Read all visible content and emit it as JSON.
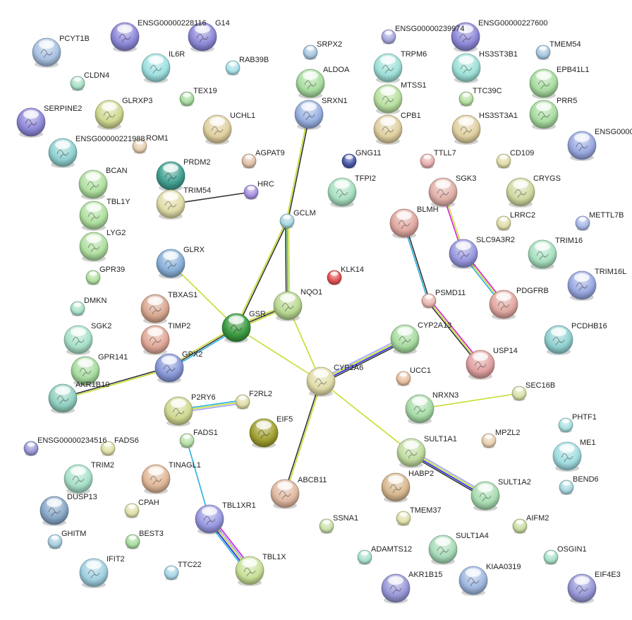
{
  "network": {
    "nodes": [
      {
        "label": "PCYT1B",
        "color": "#a8c0e0",
        "structure": true
      },
      {
        "label": "ENSG00000228116",
        "color": "#8d88d8",
        "structure": true
      },
      {
        "label": "G14",
        "color": "#8d88d8",
        "structure": true
      },
      {
        "label": "IL6R",
        "color": "#9ee0e0",
        "structure": true
      },
      {
        "label": "RAB39B",
        "color": "#a8e0e8",
        "structure": false
      },
      {
        "label": "CLDN4",
        "color": "#a8e0c8",
        "structure": false
      },
      {
        "label": "TEX19",
        "color": "#a8dca0",
        "structure": false
      },
      {
        "label": "SERPINE2",
        "color": "#8d88d8",
        "structure": true
      },
      {
        "label": "GLRXP3",
        "color": "#d0d890",
        "structure": true
      },
      {
        "label": "UCHL1",
        "color": "#e0d0a0",
        "structure": true
      },
      {
        "label": "ENSG00000221988",
        "color": "#90d0d0",
        "structure": true
      },
      {
        "label": "ROM1",
        "color": "#e8d0b0",
        "structure": false
      },
      {
        "label": "AGPAT9",
        "color": "#e0c0a8",
        "structure": false
      },
      {
        "label": "PRDM2",
        "color": "#40a090",
        "structure": true
      },
      {
        "label": "TRIM54",
        "color": "#e0dca8",
        "structure": true
      },
      {
        "label": "HRC",
        "color": "#a890e0",
        "structure": false
      },
      {
        "label": "BCAN",
        "color": "#b0e0a0",
        "structure": true
      },
      {
        "label": "TBL1Y",
        "color": "#b0e0a0",
        "structure": true
      },
      {
        "label": "LYG2",
        "color": "#b0e0a0",
        "structure": true
      },
      {
        "label": "GPR39",
        "color": "#b0e0a0",
        "structure": false
      },
      {
        "label": "GLRX",
        "color": "#88b0d8",
        "structure": true
      },
      {
        "label": "DMKN",
        "color": "#a8e0c8",
        "structure": false
      },
      {
        "label": "TBXAS1",
        "color": "#d8a890",
        "structure": true
      },
      {
        "label": "SGK2",
        "color": "#a8e0c8",
        "structure": true
      },
      {
        "label": "TIMP2",
        "color": "#e0a898",
        "structure": true
      },
      {
        "label": "GPR141",
        "color": "#a8dca0",
        "structure": true
      },
      {
        "label": "AKR1B10",
        "color": "#90d0c0",
        "structure": true
      },
      {
        "label": "GPX2",
        "color": "#8898d8",
        "structure": true
      },
      {
        "label": "GSR",
        "color": "#3a9a40",
        "structure": true
      },
      {
        "label": "NQO1",
        "color": "#b8d890",
        "structure": true
      },
      {
        "label": "GCLM",
        "color": "#a8d8e0",
        "structure": false
      },
      {
        "label": "SRPX2",
        "color": "#a8c8e0",
        "structure": false
      },
      {
        "label": "ALDOA",
        "color": "#a8dca0",
        "structure": true
      },
      {
        "label": "SRXN1",
        "color": "#98b0e0",
        "structure": true
      },
      {
        "label": "P2RY6",
        "color": "#d0d890",
        "structure": true
      },
      {
        "label": "F2RL2",
        "color": "#e0dca8",
        "structure": false
      },
      {
        "label": "EIF5",
        "color": "#a0a030",
        "structure": true
      },
      {
        "label": "FADS1",
        "color": "#b8e0a8",
        "structure": false
      },
      {
        "label": "ENSG00000234516",
        "color": "#9898d8",
        "structure": false
      },
      {
        "label": "FADS6",
        "color": "#e0e0a8",
        "structure": false
      },
      {
        "label": "TRIM2",
        "color": "#a8e0c8",
        "structure": true
      },
      {
        "label": "TINAGL1",
        "color": "#e0b898",
        "structure": true
      },
      {
        "label": "DUSP13",
        "color": "#88a8c8",
        "structure": true
      },
      {
        "label": "CPAH",
        "color": "#e0e0a8",
        "structure": false
      },
      {
        "label": "TBL1XR1",
        "color": "#9898e0",
        "structure": true
      },
      {
        "label": "GHITM",
        "color": "#a8d0e0",
        "structure": false
      },
      {
        "label": "BEST3",
        "color": "#a8dca0",
        "structure": false
      },
      {
        "label": "IFIT2",
        "color": "#a0d0e0",
        "structure": true
      },
      {
        "label": "TTC22",
        "color": "#a8d8e8",
        "structure": false
      },
      {
        "label": "TBL1X",
        "color": "#c8e098",
        "structure": true
      },
      {
        "label": "ABCB11",
        "color": "#e0b8a0",
        "structure": true
      },
      {
        "label": "CYP2A6",
        "color": "#e0dca8",
        "structure": true
      },
      {
        "label": "KLK14",
        "color": "#e05050",
        "structure": false
      },
      {
        "label": "ENSG00000239974",
        "color": "#a8a8e0",
        "structure": false
      },
      {
        "label": "ENSG00000227600",
        "color": "#8d88d8",
        "structure": true
      },
      {
        "label": "TRPM6",
        "color": "#9ee0d8",
        "structure": true
      },
      {
        "label": "HS3ST3B1",
        "color": "#9ee0d8",
        "structure": true
      },
      {
        "label": "TMEM54",
        "color": "#a8c8e0",
        "structure": false
      },
      {
        "label": "MTSS1",
        "color": "#b8e0a0",
        "structure": true
      },
      {
        "label": "TTC39C",
        "color": "#b8e0a0",
        "structure": false
      },
      {
        "label": "EPB41L1",
        "color": "#a8dca0",
        "structure": true
      },
      {
        "label": "PRR5",
        "color": "#a8dca0",
        "structure": true
      },
      {
        "label": "CPB1",
        "color": "#e0d0a0",
        "structure": true
      },
      {
        "label": "HS3ST3A1",
        "color": "#e0d0a0",
        "structure": true
      },
      {
        "label": "ENSG0000",
        "color": "#98a8e0",
        "structure": true
      },
      {
        "label": "GNG11",
        "color": "#4858a8",
        "structure": false
      },
      {
        "label": "TTLL7",
        "color": "#e8b0b0",
        "structure": false
      },
      {
        "label": "CD109",
        "color": "#e0dca8",
        "structure": false
      },
      {
        "label": "TFPI2",
        "color": "#a8e0c0",
        "structure": true
      },
      {
        "label": "SGK3",
        "color": "#e0b0a8",
        "structure": true
      },
      {
        "label": "CRYGS",
        "color": "#d0d8a0",
        "structure": true
      },
      {
        "label": "BLMH",
        "color": "#e0a8a0",
        "structure": true
      },
      {
        "label": "LRRC2",
        "color": "#e0dca8",
        "structure": false
      },
      {
        "label": "METTL7B",
        "color": "#a8b8e8",
        "structure": false
      },
      {
        "label": "SLC9A3R2",
        "color": "#9898e0",
        "structure": true
      },
      {
        "label": "TRIM16",
        "color": "#a8e0c0",
        "structure": true
      },
      {
        "label": "TRIM16L",
        "color": "#98a8e0",
        "structure": true
      },
      {
        "label": "PSMD11",
        "color": "#e8b8b0",
        "structure": false
      },
      {
        "label": "PDGFRB",
        "color": "#e0a8a0",
        "structure": true
      },
      {
        "label": "CYP2A13",
        "color": "#a8dca0",
        "structure": true
      },
      {
        "label": "USP14",
        "color": "#e0a0a0",
        "structure": true
      },
      {
        "label": "PCDHB16",
        "color": "#90d0d0",
        "structure": true
      },
      {
        "label": "UCC1",
        "color": "#e8c0a0",
        "structure": false
      },
      {
        "label": "NRXN3",
        "color": "#a8dca8",
        "structure": true
      },
      {
        "label": "SEC16B",
        "color": "#d8e0a8",
        "structure": false
      },
      {
        "label": "PHTF1",
        "color": "#a8e0e0",
        "structure": false
      },
      {
        "label": "MPZL2",
        "color": "#e8d0b0",
        "structure": false
      },
      {
        "label": "SULT1A1",
        "color": "#c0dca0",
        "structure": true
      },
      {
        "label": "ME1",
        "color": "#a0dce0",
        "structure": true
      },
      {
        "label": "HABP2",
        "color": "#d8b890",
        "structure": true
      },
      {
        "label": "SULT1A2",
        "color": "#a8dcb0",
        "structure": true
      },
      {
        "label": "BEND6",
        "color": "#a8d8e0",
        "structure": false
      },
      {
        "label": "SSNA1",
        "color": "#c8e0a8",
        "structure": false
      },
      {
        "label": "TMEM37",
        "color": "#e0e0a8",
        "structure": false
      },
      {
        "label": "AIFM2",
        "color": "#c8dca0",
        "structure": false
      },
      {
        "label": "SULT1A4",
        "color": "#a8dcb8",
        "structure": true
      },
      {
        "label": "ADAMTS12",
        "color": "#a8e0d0",
        "structure": false
      },
      {
        "label": "OSGIN1",
        "color": "#a8e0c8",
        "structure": false
      },
      {
        "label": "AKR1B15",
        "color": "#9898d8",
        "structure": true
      },
      {
        "label": "KIAA0319",
        "color": "#a0b8e0",
        "structure": true
      },
      {
        "label": "EIF4E3",
        "color": "#9898d8",
        "structure": true
      }
    ],
    "edges": [
      {
        "a": "GLRX",
        "b": "GSR",
        "colors": [
          "#c8dc30"
        ]
      },
      {
        "a": "GSR",
        "b": "NQO1",
        "colors": [
          "#c8dc30",
          "#333333",
          "#c8dc30"
        ]
      },
      {
        "a": "GSR",
        "b": "GCLM",
        "colors": [
          "#c8dc30",
          "#333333"
        ]
      },
      {
        "a": "GCLM",
        "b": "SRXN1",
        "colors": [
          "#c8dc30",
          "#333333"
        ]
      },
      {
        "a": "GCLM",
        "b": "NQO1",
        "colors": [
          "#c8dc30",
          "#3cc83c",
          "#333333"
        ]
      },
      {
        "a": "GSR",
        "b": "GPX2",
        "colors": [
          "#2ab0e0",
          "#333333",
          "#c8dc30"
        ]
      },
      {
        "a": "GPX2",
        "b": "AKR1B10",
        "colors": [
          "#c8dc30",
          "#333333"
        ]
      },
      {
        "a": "GSR",
        "b": "CYP2A6",
        "colors": [
          "#c8dc30"
        ]
      },
      {
        "a": "NQO1",
        "b": "CYP2A6",
        "colors": [
          "#c8dc30"
        ]
      },
      {
        "a": "CYP2A6",
        "b": "CYP2A13",
        "colors": [
          "#a0a0ff",
          "#c8dc30",
          "#2020e0",
          "#333333"
        ]
      },
      {
        "a": "CYP2A6",
        "b": "ABCB11",
        "colors": [
          "#c8dc30",
          "#333333"
        ]
      },
      {
        "a": "CYP2A6",
        "b": "SULT1A1",
        "colors": [
          "#c8dc30"
        ]
      },
      {
        "a": "SULT1A1",
        "b": "SULT1A2",
        "colors": [
          "#a0a0ff",
          "#c8dc30",
          "#2020e0",
          "#333333"
        ]
      },
      {
        "a": "NRXN3",
        "b": "SEC16B",
        "colors": [
          "#c8dc30"
        ]
      },
      {
        "a": "TRIM54",
        "b": "HRC",
        "colors": [
          "#333333"
        ]
      },
      {
        "a": "P2RY6",
        "b": "F2RL2",
        "colors": [
          "#2ab0e0",
          "#c8dc30",
          "#a0a0ff"
        ]
      },
      {
        "a": "FADS1",
        "b": "TBL1XR1",
        "colors": [
          "#2ab0e0"
        ]
      },
      {
        "a": "TBL1XR1",
        "b": "TBL1X",
        "colors": [
          "#d020d0",
          "#a0a0ff",
          "#c8dc30",
          "#2020e0",
          "#2ab0e0"
        ]
      },
      {
        "a": "BLMH",
        "b": "PSMD11",
        "colors": [
          "#333333",
          "#2ab0e0"
        ]
      },
      {
        "a": "PSMD11",
        "b": "USP14",
        "colors": [
          "#d020d0",
          "#c8dc30",
          "#333333"
        ]
      },
      {
        "a": "SGK3",
        "b": "SLC9A3R2",
        "colors": [
          "#c8dc30",
          "#d020d0"
        ]
      },
      {
        "a": "SLC9A3R2",
        "b": "PDGFRB",
        "colors": [
          "#d020d0",
          "#c8dc30",
          "#2ab0e0"
        ]
      }
    ]
  }
}
